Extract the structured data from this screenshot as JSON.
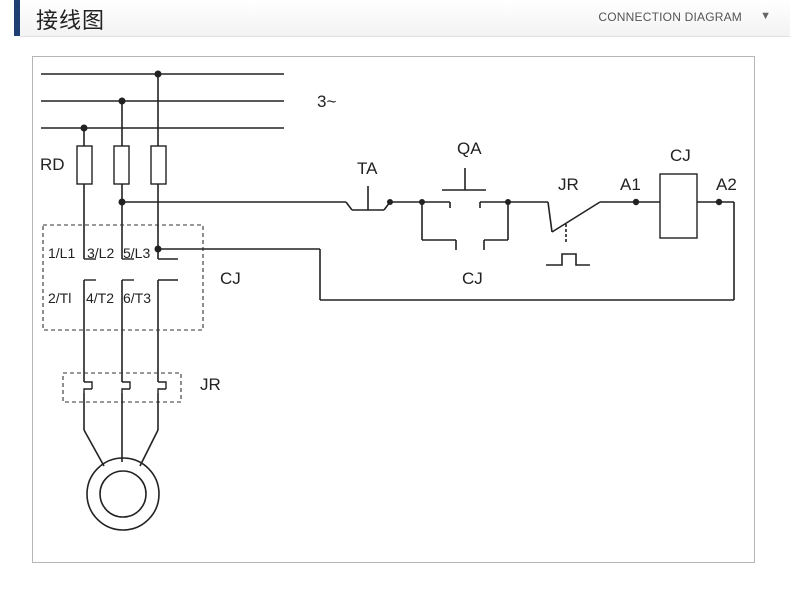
{
  "header": {
    "title": "接线图",
    "subtitle": "CONNECTION DIAGRAM",
    "caret_icon": "triangle-down-icon"
  },
  "diagram": {
    "labels": {
      "phase": "3~",
      "fuse": "RD",
      "stop_button": "TA",
      "start_button": "QA",
      "aux_contact": "CJ",
      "thermal_contact": "JR",
      "coil_terminal_1": "A1",
      "coil_terminal_2": "A2",
      "coil": "CJ",
      "contactor_main": "CJ",
      "relay": "JR",
      "terminal_l1": "1/L1",
      "terminal_l2": "3/L2",
      "terminal_l3": "5/L3",
      "terminal_t1": "2/Tl",
      "terminal_t2": "4/T2",
      "terminal_t3": "6/T3"
    }
  }
}
